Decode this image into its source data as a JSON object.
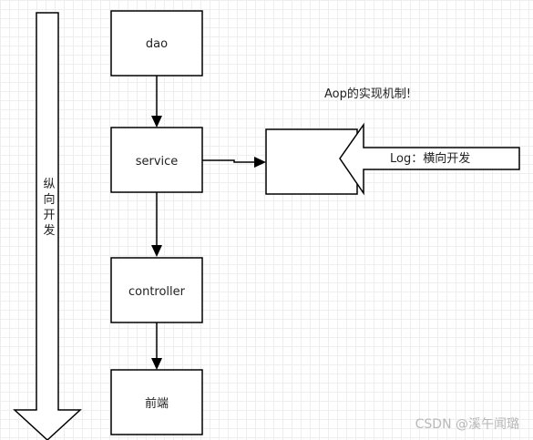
{
  "diagram": {
    "boxes": {
      "dao": "dao",
      "service": "service",
      "controller": "controller",
      "frontend": "前端"
    },
    "vertical_arrow_label": [
      "纵",
      "向",
      "开",
      "发"
    ],
    "horizontal_arrow_label": "Log：横向开发",
    "aop_caption": "Aop的实现机制!"
  },
  "watermark": "CSDN @溪午闻璐"
}
